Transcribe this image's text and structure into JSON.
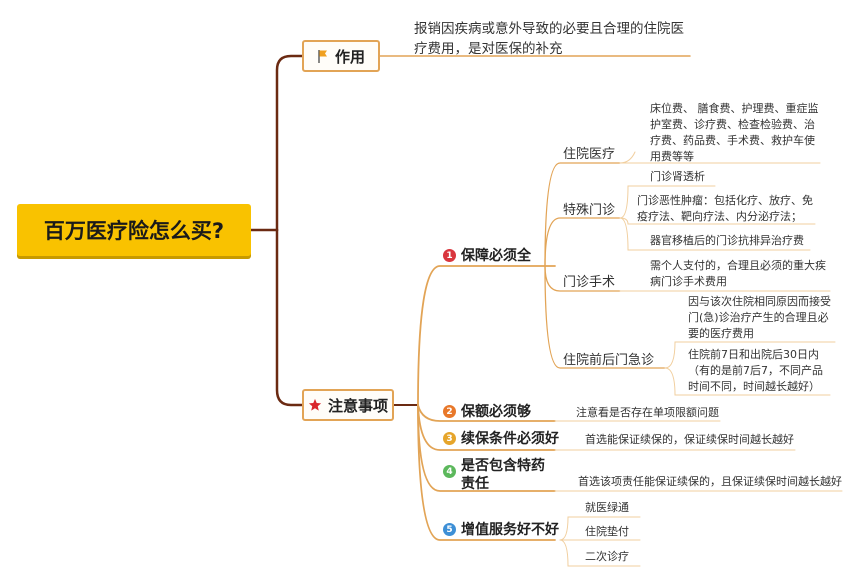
{
  "root": {
    "label": "百万医疗险怎么买?"
  },
  "function": {
    "label": "作用",
    "desc": "报销因疾病或意外导致的必要且合理的住院医疗费用，是对医保的补充"
  },
  "notes": {
    "label": "注意事项",
    "items": [
      {
        "num": "1",
        "label": "保障必须全",
        "color": "#d9363e"
      },
      {
        "num": "2",
        "label": "保额必须够",
        "color": "#e8782a"
      },
      {
        "num": "3",
        "label": "续保条件必须好",
        "color": "#e6a52a"
      },
      {
        "num": "4",
        "label": "是否包含特药责任",
        "color": "#5cb85c"
      },
      {
        "num": "5",
        "label": "增值服务好不好",
        "color": "#3d8fd6"
      }
    ]
  },
  "coverage": {
    "inpatient": {
      "label": "住院医疗",
      "desc": "床位费、 膳食费、护理费、重症监护室费、诊疗费、检查检验费、治疗费、药品费、手术费、救护车使用费等等"
    },
    "special": {
      "label": "特殊门诊",
      "items": [
        "门诊肾透析",
        "门诊恶性肿瘤：包括化疗、放疗、免疫疗法、靶向疗法、内分泌疗法；",
        "器官移植后的门诊抗排异治疗费"
      ]
    },
    "surgery": {
      "label": "门诊手术",
      "desc": "需个人支付的，合理且必须的重大疾病门诊手术费用"
    },
    "prepost": {
      "label": "住院前后门急诊",
      "items": [
        "因与该次住院相同原因而接受门(急)诊治疗产生的合理且必要的医疗费用",
        "住院前7日和出院后30日内（有的是前7后7，不同产品时间不同，时间越长越好）"
      ]
    }
  },
  "amount_note": "注意看是否存在单项限额问题",
  "renew_note": "首选能保证续保的，保证续保时间越长越好",
  "drug_note": "首选该项责任能保证续保的，且保证续保时间越长越好",
  "services": [
    "就医绿通",
    "住院垫付",
    "二次诊疗"
  ],
  "colors": {
    "root": "#f9c200",
    "trunk": "#6b2a12",
    "branch": "#e2a456",
    "flag": "#f0a020",
    "star": "#d9262b"
  },
  "icons": {
    "function": "flag-icon",
    "notes": "star-icon"
  }
}
